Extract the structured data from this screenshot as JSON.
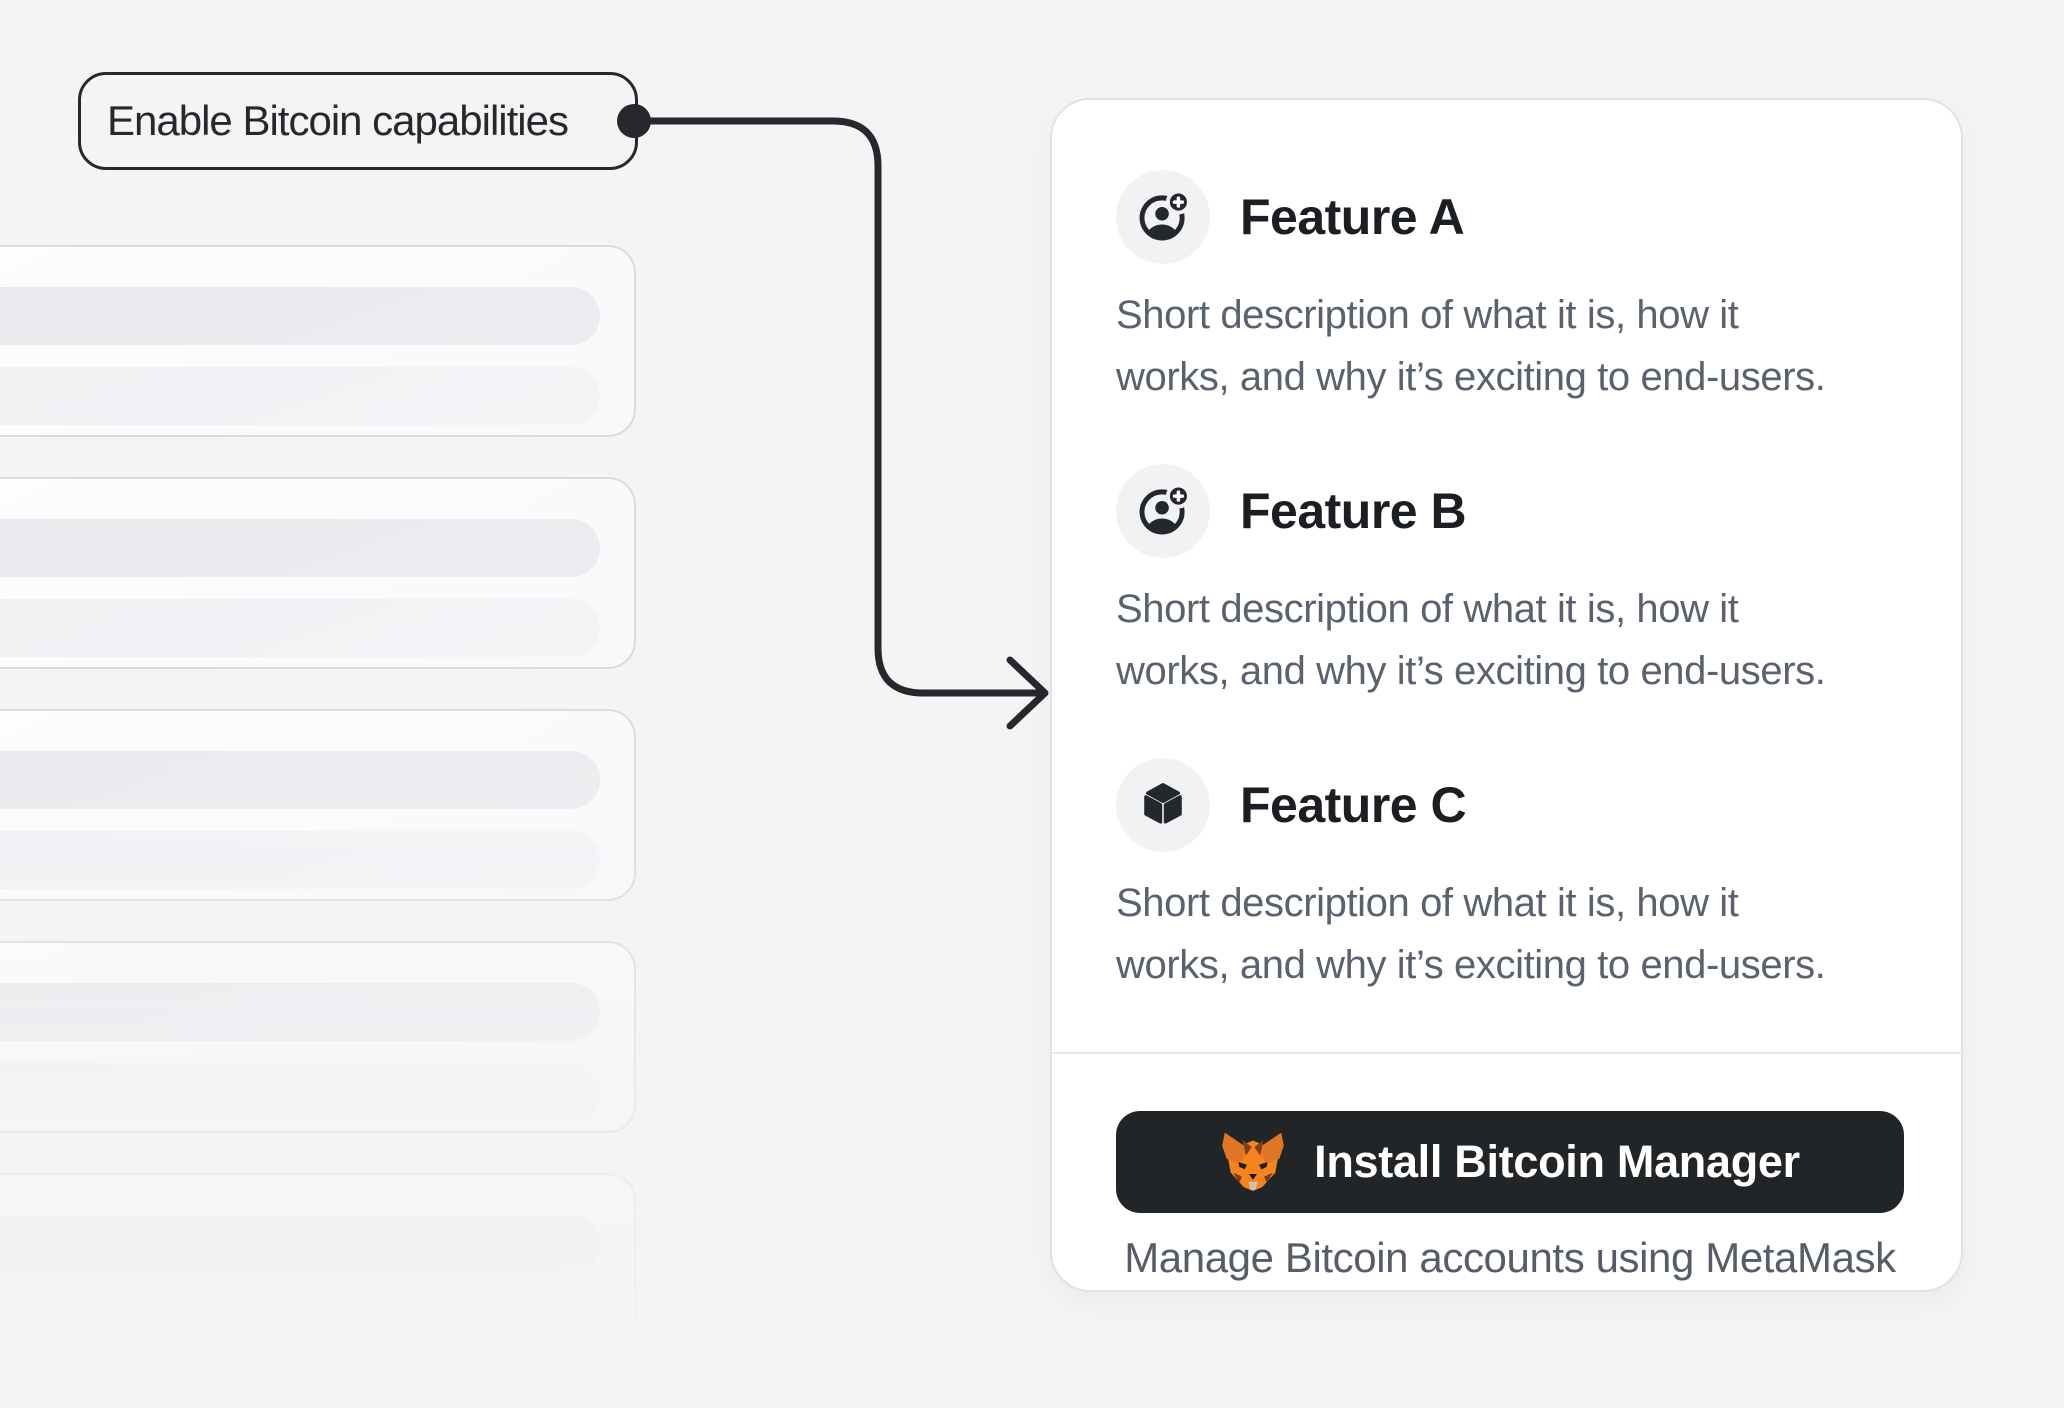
{
  "callout": {
    "label": "Enable Bitcoin capabilities"
  },
  "feature_card": {
    "features": [
      {
        "title": "Feature A",
        "icon": "account-add-icon",
        "description_line1": "Short description of what it is, how it",
        "description_line2": "works, and why it’s exciting to end-users."
      },
      {
        "title": "Feature B",
        "icon": "account-add-icon",
        "description_line1": "Short description of what it is, how it",
        "description_line2": "works, and why it’s exciting to end-users."
      },
      {
        "title": "Feature C",
        "icon": "cube-icon",
        "description_line1": "Short description of what it is, how it",
        "description_line2": "works, and why it’s exciting to end-users."
      }
    ],
    "install_button": {
      "label": "Install Bitcoin Manager",
      "icon": "metamask-fox-icon"
    },
    "caption": "Manage Bitcoin accounts using MetaMask"
  },
  "skeleton": {
    "card_count": 5,
    "bars_per_card": 2
  },
  "colors": {
    "page_bg": "#f4f4f5",
    "ink": "#26282d",
    "heading_text": "#1b1e23",
    "secondary_text": "#5a626d",
    "card_bg": "#ffffff",
    "card_border": "#dfe1e6",
    "icon_circle_bg": "#f1f2f4",
    "button_bg": "#222528",
    "button_text": "#ffffff",
    "metamask_orange": "#F5841F",
    "metamask_ear_orange": "#E17726",
    "metamask_brown": "#763D16",
    "metamask_chin_tan": "#D5BFB2"
  }
}
